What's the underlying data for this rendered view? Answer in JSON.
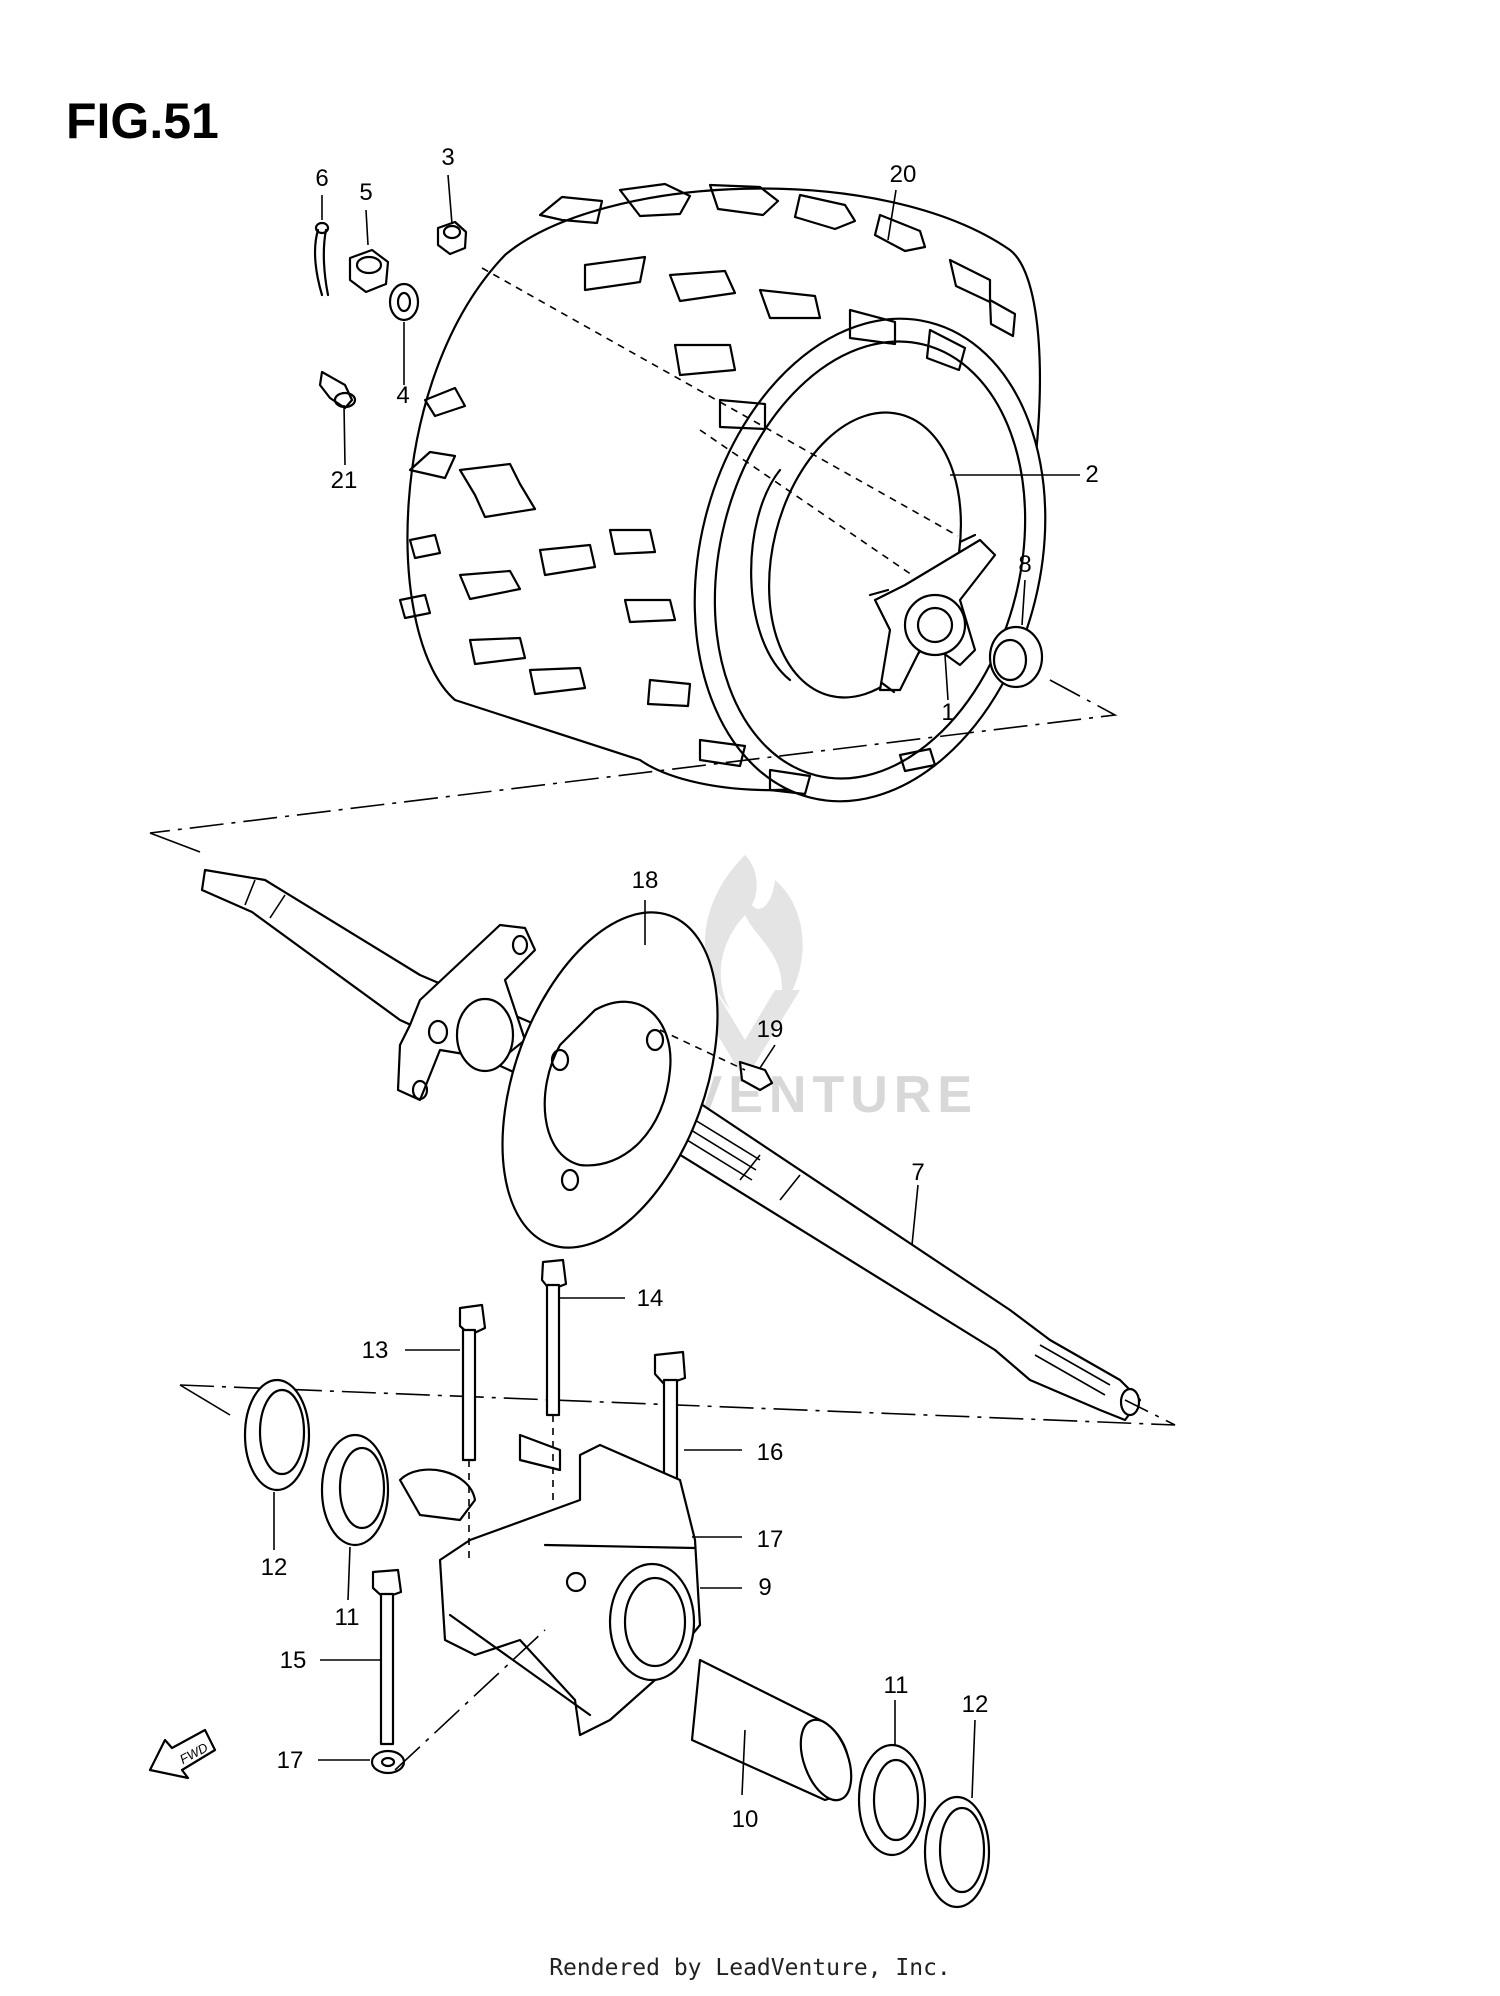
{
  "figure": {
    "title": "FIG.51",
    "footer": "Rendered by LeadVenture, Inc.",
    "watermark": "LEADVENTURE",
    "direction_badge": "FWD"
  },
  "callouts": [
    {
      "id": "c1",
      "label": "1"
    },
    {
      "id": "c2",
      "label": "2"
    },
    {
      "id": "c3",
      "label": "3"
    },
    {
      "id": "c4",
      "label": "4"
    },
    {
      "id": "c5",
      "label": "5"
    },
    {
      "id": "c6",
      "label": "6"
    },
    {
      "id": "c7",
      "label": "7"
    },
    {
      "id": "c8",
      "label": "8"
    },
    {
      "id": "c9",
      "label": "9"
    },
    {
      "id": "c10",
      "label": "10"
    },
    {
      "id": "c11a",
      "label": "11"
    },
    {
      "id": "c11b",
      "label": "11"
    },
    {
      "id": "c12a",
      "label": "12"
    },
    {
      "id": "c12b",
      "label": "12"
    },
    {
      "id": "c13",
      "label": "13"
    },
    {
      "id": "c14",
      "label": "14"
    },
    {
      "id": "c15",
      "label": "15"
    },
    {
      "id": "c16",
      "label": "16"
    },
    {
      "id": "c17a",
      "label": "17"
    },
    {
      "id": "c17b",
      "label": "17"
    },
    {
      "id": "c18",
      "label": "18"
    },
    {
      "id": "c19",
      "label": "19"
    },
    {
      "id": "c20",
      "label": "20"
    },
    {
      "id": "c21",
      "label": "21"
    }
  ]
}
